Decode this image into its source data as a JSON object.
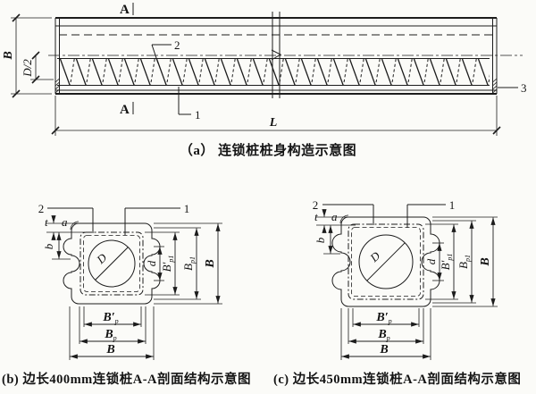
{
  "colors": {
    "ink": "#1c1c1c",
    "paper": "#fbfbf8"
  },
  "captions": {
    "a": "（a） 连锁桩桩身构造示意图",
    "b": "(b) 边长400mm连锁桩A-A剖面结构示意图",
    "c": "(c) 边长450mm连锁桩A-A剖面结构示意图"
  },
  "elevation": {
    "marker_top": "A",
    "marker_bottom": "A",
    "rebar_spiral": "2",
    "rebar_main": "1",
    "end_anchor": "3",
    "length": "L",
    "width": "B",
    "half_hole": "D/2"
  },
  "sec_b": {
    "spiral": "2",
    "main": "1",
    "hole": "D",
    "t": "t",
    "a": "a",
    "b": "b",
    "d": "d",
    "Bp1p_base": "B′",
    "Bp1p_sub": "p1",
    "Bp1_base": "B",
    "Bp1_sub": "p1",
    "B_right": "B",
    "Bpp_base": "B′",
    "Bpp_sub": "p",
    "Bp_base": "B",
    "Bp_sub": "p",
    "B_bottom": "B"
  },
  "sec_c": {
    "spiral": "2",
    "main": "1",
    "hole": "D",
    "t": "t",
    "a": "a",
    "b": "b",
    "d": "d",
    "Bp1p_base": "B′",
    "Bp1p_sub": "p1",
    "Bp1_base": "B",
    "Bp1_sub": "p1",
    "B_right": "B",
    "Bpp_base": "B′",
    "Bpp_sub": "p",
    "Bp_base": "B",
    "Bp_sub": "p",
    "B_bottom": "B"
  }
}
